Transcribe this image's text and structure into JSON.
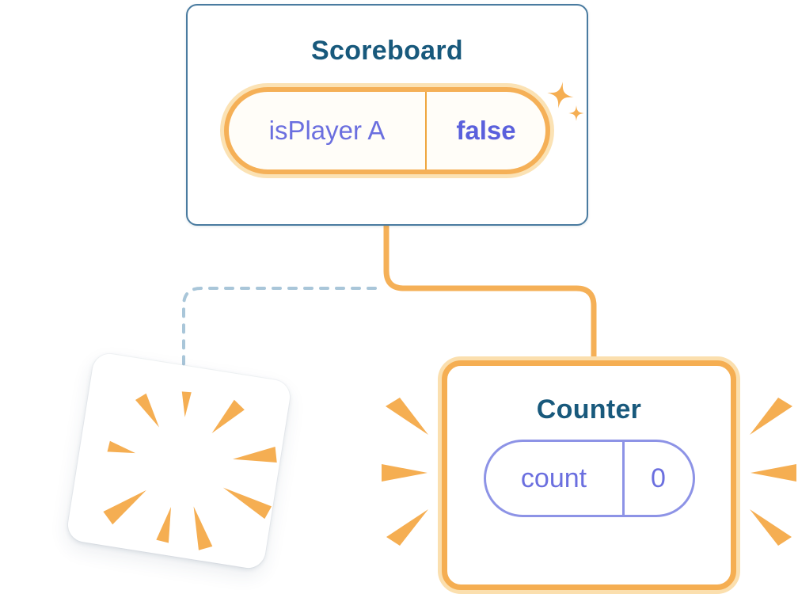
{
  "scoreboard": {
    "title": "Scoreboard",
    "state_pill": {
      "name": "isPlayer A",
      "value": "false"
    }
  },
  "counter": {
    "title": "Counter",
    "state_pill": {
      "name": "count",
      "value": "0"
    }
  },
  "icons": {
    "sparkles": "four-point-star-sparkles",
    "poof": "burst-rays-explosion",
    "emphasis": "attention-wedge-marks"
  },
  "colors": {
    "card_border_blue": "#4a7ba0",
    "title_text": "#18597c",
    "accent_orange": "#f5ae52",
    "accent_orange_light": "#fbdfae",
    "state_text_purple": "#6b6fdf",
    "state_value_purple": "#5a60dc",
    "purple_pill_border": "#8d93e6",
    "dashed_connector": "#a9c6d9"
  }
}
